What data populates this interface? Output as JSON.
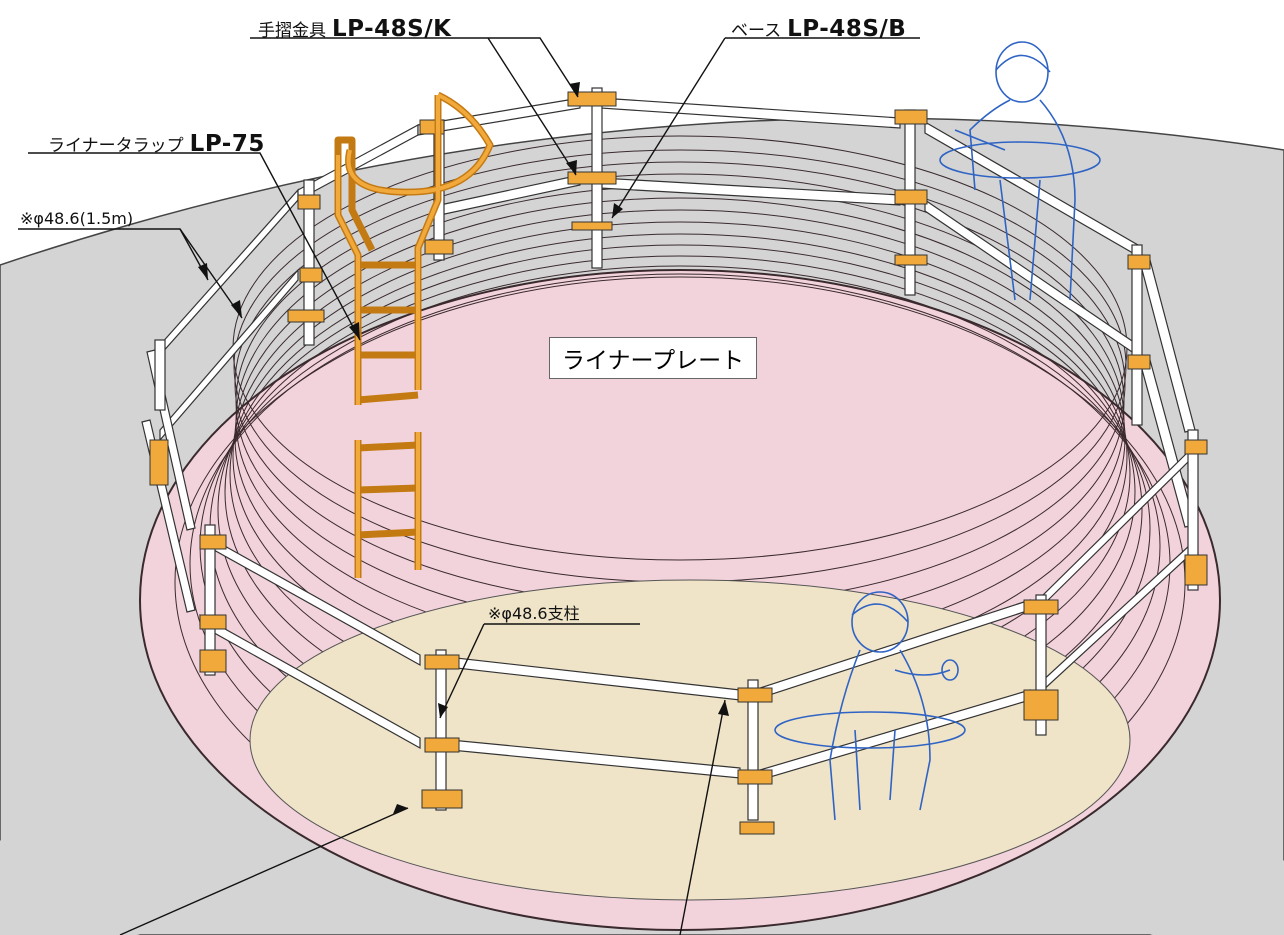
{
  "labels": {
    "handrail_fitting": {
      "prefix": "手摺金具",
      "code": "LP-48S/K"
    },
    "base": {
      "prefix": "ベース",
      "code": "LP-48S/B"
    },
    "liner_ladder": {
      "prefix": "ライナータラップ",
      "code": "LP-75"
    },
    "pipe_rail": "※φ48.6(1.5m)",
    "liner_plate": "ライナープレート",
    "support_post": "※φ48.6支柱"
  },
  "colors": {
    "ground": "#d4d4d4",
    "plate": "#f2d3dc",
    "plate_line": "#3a2a2e",
    "floor": "#efe3c8",
    "pipe": "#ffffff",
    "orange": "#f2a93b",
    "worker": "#2f64c4"
  }
}
